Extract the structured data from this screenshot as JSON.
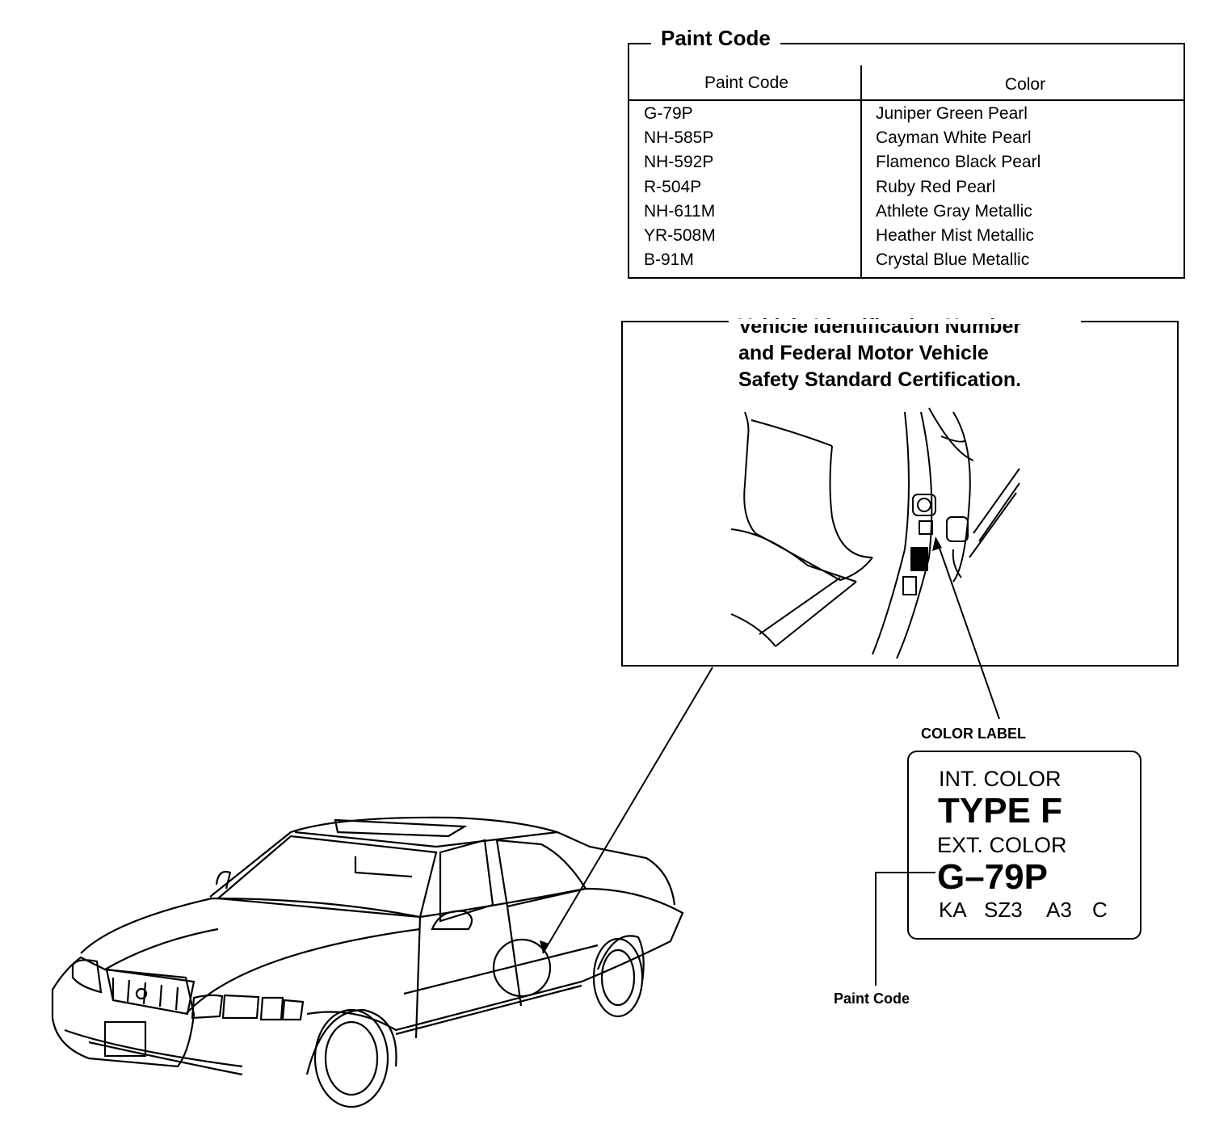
{
  "paint_code_table": {
    "title": "Paint Code",
    "headers": [
      "Paint Code",
      "Color"
    ],
    "rows": [
      [
        "G-79P",
        "Juniper Green Pearl"
      ],
      [
        "NH-585P",
        "Cayman White Pearl"
      ],
      [
        "NH-592P",
        "Flamenco Black Pearl"
      ],
      [
        "R-504P",
        "Ruby Red Pearl"
      ],
      [
        "NH-611M",
        "Athlete Gray Metallic"
      ],
      [
        "YR-508M",
        "Heather Mist Metallic"
      ],
      [
        "B-91M",
        "Crystal Blue Metallic"
      ]
    ]
  },
  "vin_panel": {
    "title_lines": [
      "Vehicle Identification Number",
      "and Federal Motor Vehicle",
      "Safety Standard Certification."
    ]
  },
  "color_label": {
    "caption": "COLOR LABEL",
    "int_color_label": "INT. COLOR",
    "int_color_value": "TYPE F",
    "ext_color_label": "EXT. COLOR",
    "ext_color_value": "G–79P",
    "codes": [
      "KA",
      "SZ3",
      "A3",
      "C"
    ]
  },
  "paint_code_callout": "Paint Code",
  "icons": [
    "vehicle-sedan-drawing",
    "door-pillar-drawing"
  ]
}
